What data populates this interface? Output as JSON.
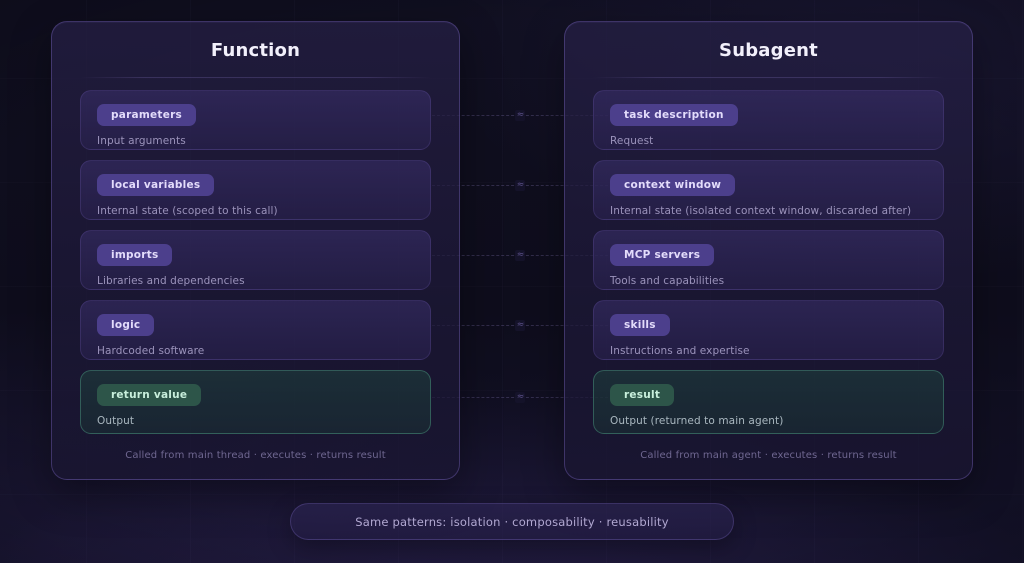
{
  "theme": {
    "background": "#0f0e1d",
    "panel_border": "#7e6ac4",
    "badge_purple": "#4c3f8c",
    "badge_green": "#2d5549",
    "text_primary": "#f2f0fb",
    "text_muted": "#9b93bb"
  },
  "connectors": {
    "marker_glyph": "≈",
    "count": 5
  },
  "panels": [
    {
      "id": "function",
      "title": "Function",
      "note": "Called from main thread · executes · returns result",
      "cards": [
        {
          "badge": "parameters",
          "desc": "Input arguments",
          "accent": "purple"
        },
        {
          "badge": "local variables",
          "desc": "Internal state (scoped to this call)",
          "accent": "purple"
        },
        {
          "badge": "imports",
          "desc": "Libraries and dependencies",
          "accent": "purple"
        },
        {
          "badge": "logic",
          "desc": "Hardcoded software",
          "accent": "purple"
        },
        {
          "badge": "return value",
          "desc": "Output",
          "accent": "green"
        }
      ]
    },
    {
      "id": "subagent",
      "title": "Subagent",
      "note": "Called from main agent · executes · returns result",
      "cards": [
        {
          "badge": "task description",
          "desc": "Request",
          "accent": "purple"
        },
        {
          "badge": "context window",
          "desc": "Internal state (isolated context window, discarded after)",
          "accent": "purple"
        },
        {
          "badge": "MCP servers",
          "desc": "Tools and capabilities",
          "accent": "purple"
        },
        {
          "badge": "skills",
          "desc": "Instructions and expertise",
          "accent": "purple"
        },
        {
          "badge": "result",
          "desc": "Output (returned to main agent)",
          "accent": "green"
        }
      ]
    }
  ],
  "footer": {
    "label": "Same patterns: isolation · composability · reusability"
  }
}
